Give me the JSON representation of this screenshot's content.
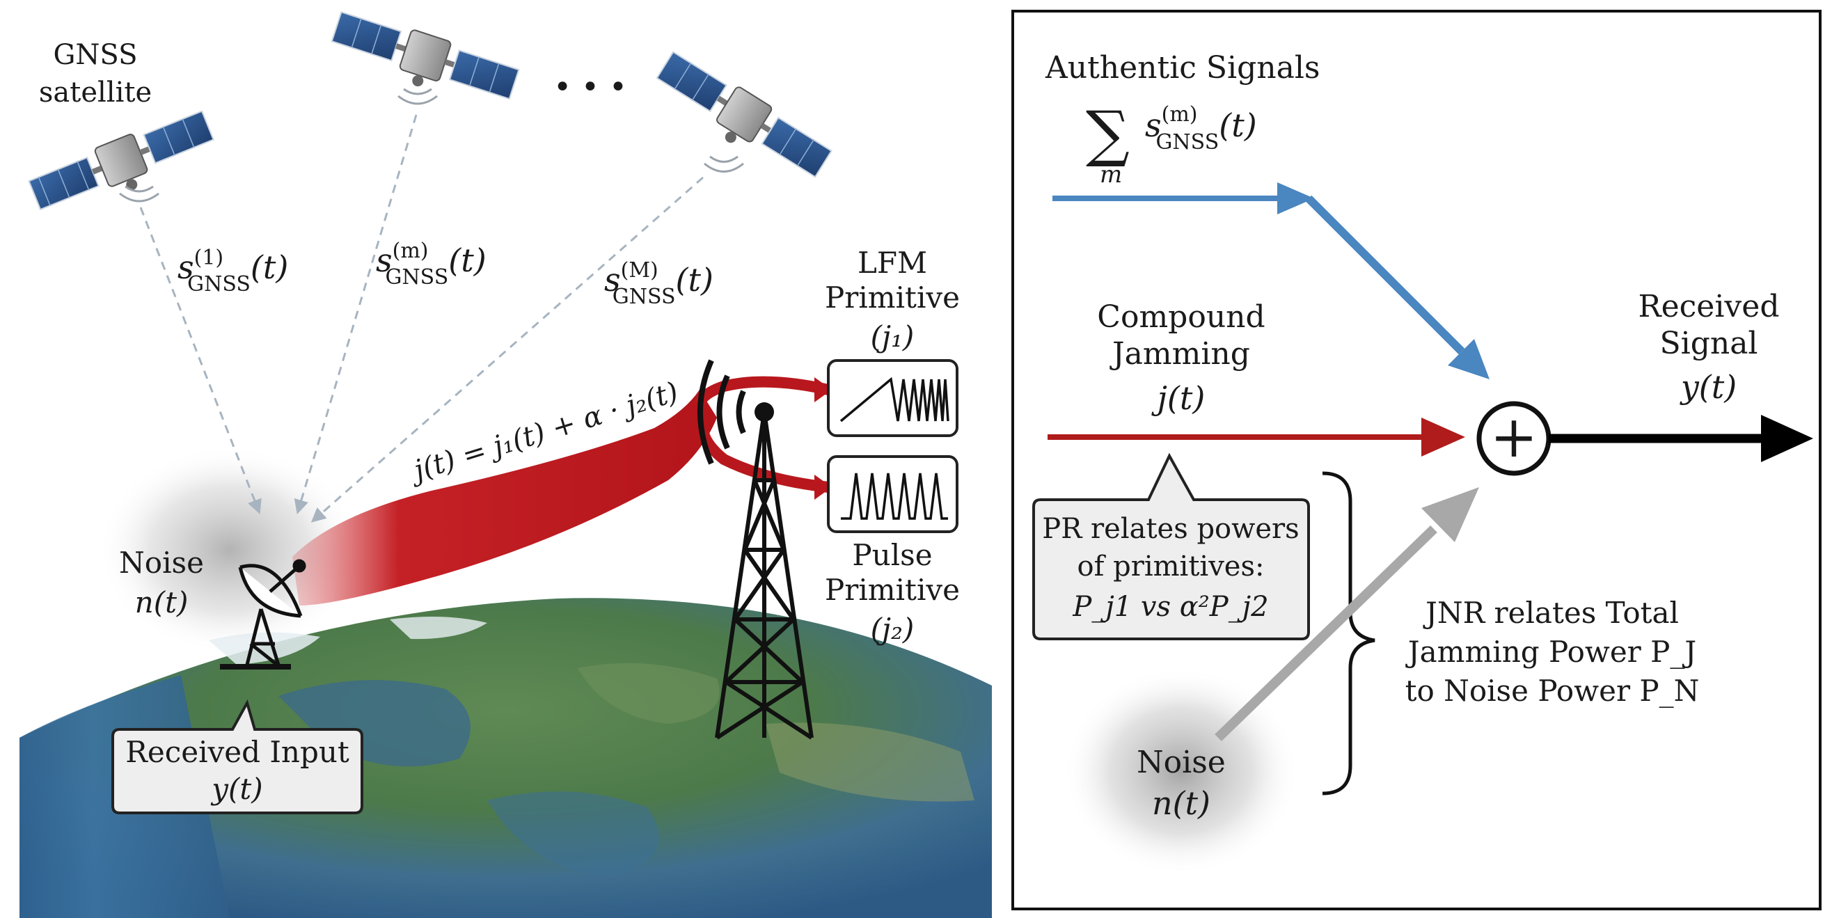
{
  "left_panel": {
    "satellite_label_line1": "GNSS",
    "satellite_label_line2": "satellite",
    "ellipsis": "• • •",
    "sig1_base": "s",
    "sig1_sup": "(1)",
    "sig1_sub": "GNSS",
    "sig1_arg": "(t)",
    "sigm_base": "s",
    "sigm_sup": "(m)",
    "sigm_sub": "GNSS",
    "sigm_arg": "(t)",
    "sigM_base": "s",
    "sigM_sup": "(M)",
    "sigM_sub": "GNSS",
    "sigM_arg": "(t)",
    "jamming_equation": "j(t) = j₁(t) + α · j₂(t)",
    "noise_label": "Noise",
    "noise_symbol": "n(t)",
    "received_input_label": "Received Input",
    "received_input_symbol": "y(t)",
    "lfm_line1": "LFM",
    "lfm_line2": "Primitive",
    "lfm_symbol": "(j₁)",
    "pulse_line1": "Pulse",
    "pulse_line2": "Primitive",
    "pulse_symbol": "(j₂)"
  },
  "right_panel": {
    "authentic_title": "Authentic Signals",
    "authentic_sum_symbol": "∑",
    "authentic_sum_index": "m",
    "authentic_base": "s",
    "authentic_sup": "(m)",
    "authentic_sub": "GNSS",
    "authentic_arg": "(t)",
    "compound_line1": "Compound",
    "compound_line2": "Jamming",
    "compound_symbol": "j(t)",
    "received_line1": "Received",
    "received_line2": "Signal",
    "received_symbol": "y(t)",
    "sum_symbol": "+",
    "pr_line1": "PR relates powers",
    "pr_line2": "of primitives:",
    "pr_line3": "P_j1 vs α²P_j2",
    "jnr_line1": "JNR relates Total",
    "jnr_line2": "Jamming Power P_J",
    "jnr_line3": "to Noise Power P_N",
    "noise_label": "Noise",
    "noise_symbol": "n(t)"
  },
  "colors": {
    "authentic": "#4a86c0",
    "jamming": "#b01c1c",
    "noise": "#a8a8a8",
    "output": "#000000"
  }
}
